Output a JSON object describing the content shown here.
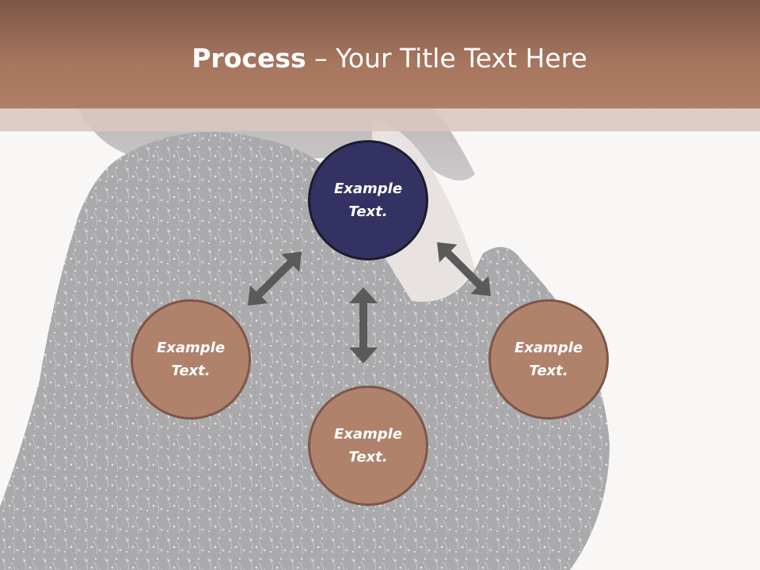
{
  "title": {
    "bold": "Process",
    "rest": " – Your Title Text Here"
  },
  "nodes": {
    "top": {
      "line1": "Example",
      "line2": "Text."
    },
    "left": {
      "line1": "Example",
      "line2": "Text."
    },
    "bottom": {
      "line1": "Example",
      "line2": "Text."
    },
    "right": {
      "line1": "Example",
      "line2": "Text."
    }
  },
  "colors": {
    "header": "#a8765f",
    "dark_circle": "#343262",
    "tan_circle": "#b0826c",
    "arrow": "#5a5a5a"
  }
}
